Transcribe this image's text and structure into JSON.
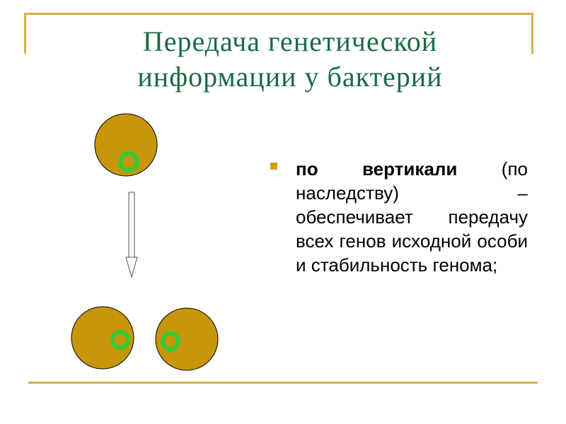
{
  "title": {
    "line1": "Передача генетической",
    "line2": "информации у бактерий"
  },
  "bullet": {
    "bold_part": "по вертикали",
    "rest": " (по наследству) – обеспечивает передачу всех генов исходной особи и стабильность генома;"
  },
  "colors": {
    "cell_fill": "#c8960a",
    "plasmid_ring": "#33cc33",
    "title_color": "#1a6b43",
    "frame_color": "#d4b04a",
    "bullet_marker": "#d4a017"
  },
  "icons": {
    "parent_cell": "bacterium-with-plasmid",
    "arrow": "down-arrow",
    "daughter_cells": "two-bacteria-with-plasmids"
  }
}
